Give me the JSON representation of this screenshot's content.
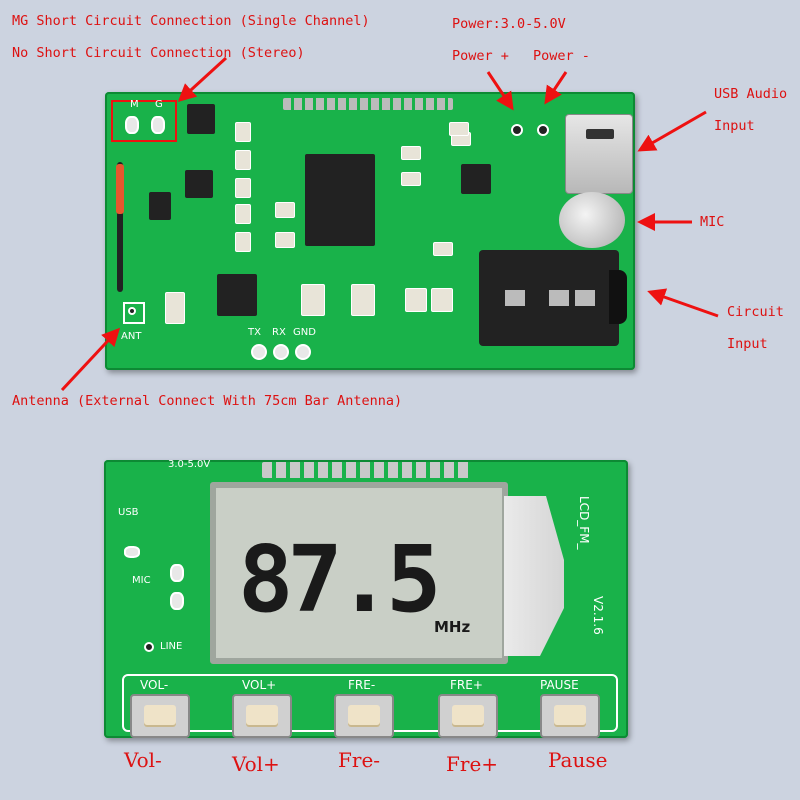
{
  "top_annotations": {
    "mg_short": "MG Short Circuit Connection (Single Channel)",
    "no_short": "No Short Circuit Connection (Stereo)",
    "power_range": "Power:3.0-5.0V",
    "power_plus": "Power +",
    "power_minus": "Power -",
    "usb_audio_line1": "USB Audio",
    "usb_audio_line2": "Input",
    "mic": "MIC",
    "circuit_line1": "Circuit",
    "circuit_line2": "Input",
    "antenna": "Antenna (External Connect With 75cm Bar Antenna)"
  },
  "top_board_silk": {
    "m": "M",
    "g": "G",
    "ant": "ANT",
    "tx": "TX",
    "rx": "RX",
    "gnd": "GND"
  },
  "bottom_board_silk": {
    "voltage": "3.0-5.0V",
    "usb": "USB",
    "mic": "MIC",
    "line": "LINE",
    "model": "LCD_FM_",
    "version": "V2.1.6",
    "vol_minus": "VOL-",
    "vol_plus": "VOL+",
    "fre_minus": "FRE-",
    "fre_plus": "FRE+",
    "pause": "PAUSE"
  },
  "lcd": {
    "frequency": "87.5",
    "unit": "MHz"
  },
  "button_captions": {
    "vol_minus": "Vol-",
    "vol_plus": "Vol+",
    "fre_minus": "Fre-",
    "fre_plus": "Fre+",
    "pause": "Pause"
  },
  "colors": {
    "annotation_red": "#dd1111",
    "pcb_green": "#19b24a",
    "background": "#ccd3e0"
  }
}
